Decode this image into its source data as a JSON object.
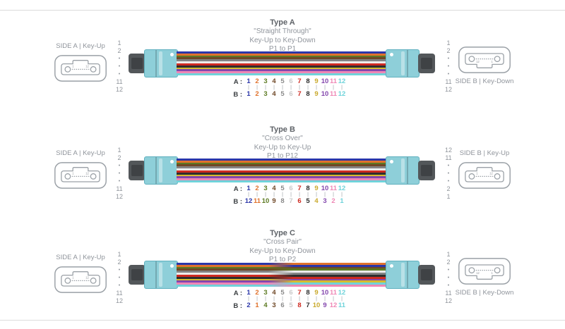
{
  "canvas": {
    "bg": "#ffffff",
    "rule_color": "#dcdcdc"
  },
  "fiber_colors": {
    "names": [
      "blue",
      "orange",
      "green",
      "brown",
      "slate",
      "white",
      "red",
      "black",
      "yellow",
      "violet",
      "rose",
      "aqua"
    ],
    "hex": [
      "#2b36a8",
      "#e0722c",
      "#5c7a22",
      "#6e4726",
      "#838383",
      "#ececec",
      "#ce2a21",
      "#2e2e2e",
      "#d6bb2e",
      "#8347ad",
      "#ef87b5",
      "#6fd3da"
    ],
    "text_hex": [
      "#2b36a8",
      "#e0722c",
      "#5c7a22",
      "#6e4726",
      "#8a8a8a",
      "#c9c9c9",
      "#ce2a21",
      "#2e2e2e",
      "#c9a92c",
      "#8347ad",
      "#ef87b5",
      "#6fd3da"
    ]
  },
  "connector": {
    "boot": "#53575a",
    "boot_dark": "#3f4245",
    "body": "#8ecfd9",
    "body_edge": "#5fb0bf",
    "dot": "#ffffff"
  },
  "face_style": {
    "outline": "#9aa0a6",
    "label_color": "#8f949b",
    "pipe_color": "#9aa0a6"
  },
  "sections": [
    {
      "title": {
        "type": "Type A",
        "quote": "\"Straight Through\"",
        "keys": "Key-Up to Key-Down",
        "ports": "P1 to P1"
      },
      "left_face": {
        "label": "SIDE A | Key-Up",
        "key": "up",
        "pin_left": "1",
        "pin_right": "12"
      },
      "right_face": {
        "label": "SIDE B | Key-Down",
        "key": "down",
        "pin_left": "12",
        "pin_right": "1"
      },
      "left_pins": [
        "1",
        "2",
        "•",
        "•",
        "•",
        "11",
        "12"
      ],
      "right_pins": [
        "1",
        "2",
        "•",
        "•",
        "•",
        "11",
        "12"
      ],
      "cable": {
        "left_order": [
          1,
          2,
          3,
          4,
          5,
          6,
          7,
          8,
          9,
          10,
          11,
          12
        ],
        "right_order": [
          1,
          2,
          3,
          4,
          5,
          6,
          7,
          8,
          9,
          10,
          11,
          12
        ],
        "cross": false
      },
      "map": {
        "a_label": "A :",
        "b_label": "B :",
        "pipe": "|",
        "a": [
          "1",
          "2",
          "3",
          "4",
          "5",
          "6",
          "7",
          "8",
          "9",
          "10",
          "11",
          "12"
        ],
        "b": [
          "1",
          "2",
          "3",
          "4",
          "5",
          "6",
          "7",
          "8",
          "9",
          "10",
          "11",
          "12"
        ]
      }
    },
    {
      "title": {
        "type": "Type B",
        "quote": "\"Cross Over\"",
        "keys": "Key-Up to Key-Up",
        "ports": "P1 to P12"
      },
      "left_face": {
        "label": "SIDE A | Key-Up",
        "key": "up",
        "pin_left": "1",
        "pin_right": "12"
      },
      "right_face": {
        "label": "SIDE B | Key-Up",
        "key": "up",
        "pin_left": "1",
        "pin_right": "12"
      },
      "left_pins": [
        "1",
        "2",
        "•",
        "•",
        "•",
        "11",
        "12"
      ],
      "right_pins": [
        "12",
        "11",
        "•",
        "•",
        "•",
        "2",
        "1"
      ],
      "cable": {
        "left_order": [
          1,
          2,
          3,
          4,
          5,
          6,
          7,
          8,
          9,
          10,
          11,
          12
        ],
        "right_order": [
          1,
          2,
          3,
          4,
          5,
          6,
          7,
          8,
          9,
          10,
          11,
          12
        ],
        "cross": false
      },
      "map": {
        "a_label": "A :",
        "b_label": "B :",
        "pipe": "|",
        "a": [
          "1",
          "2",
          "3",
          "4",
          "5",
          "6",
          "7",
          "8",
          "9",
          "10",
          "11",
          "12"
        ],
        "b": [
          "12",
          "11",
          "10",
          "9",
          "8",
          "7",
          "6",
          "5",
          "4",
          "3",
          "2",
          "1"
        ]
      }
    },
    {
      "title": {
        "type": "Type C",
        "quote": "\"Cross Pair\"",
        "keys": "Key-Up to Key-Down",
        "ports": "P1 to P2"
      },
      "left_face": {
        "label": "SIDE A | Key-Up",
        "key": "up",
        "pin_left": "1",
        "pin_right": "12"
      },
      "right_face": {
        "label": "SIDE B | Key-Down",
        "key": "down",
        "pin_left": "12",
        "pin_right": "1"
      },
      "left_pins": [
        "1",
        "2",
        "•",
        "•",
        "•",
        "11",
        "12"
      ],
      "right_pins": [
        "1",
        "2",
        "•",
        "•",
        "•",
        "11",
        "12"
      ],
      "cable": {
        "left_order": [
          1,
          2,
          3,
          4,
          5,
          6,
          7,
          8,
          9,
          10,
          11,
          12
        ],
        "right_order": [
          2,
          1,
          4,
          3,
          6,
          5,
          8,
          7,
          10,
          9,
          12,
          11
        ],
        "cross": true
      },
      "map": {
        "a_label": "A :",
        "b_label": "B :",
        "pipe": "|",
        "a": [
          "1",
          "2",
          "3",
          "4",
          "5",
          "6",
          "7",
          "8",
          "9",
          "10",
          "11",
          "12"
        ],
        "b": [
          "2",
          "1",
          "4",
          "3",
          "6",
          "5",
          "8",
          "7",
          "10",
          "9",
          "12",
          "11"
        ]
      }
    }
  ]
}
